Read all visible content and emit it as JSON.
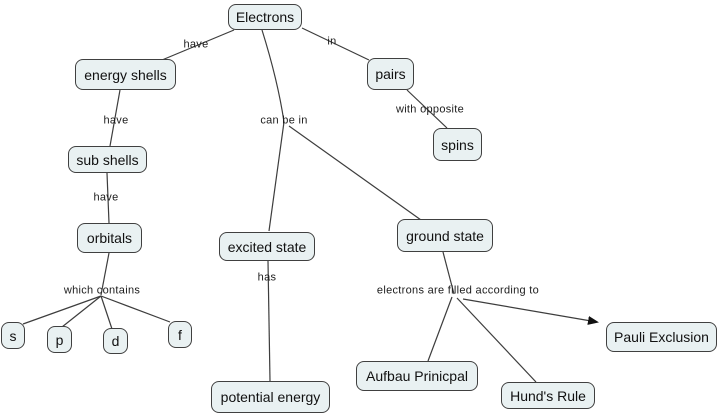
{
  "canvas": {
    "background": "#ffffff"
  },
  "colors": {
    "node_fill": "#e9f1f2",
    "node_border": "#404040",
    "line": "#3d3d3d",
    "text": "#111111"
  },
  "nodes": {
    "electrons": "Electrons",
    "energy_shells": "energy shells",
    "pairs": "pairs",
    "spins": "spins",
    "sub_shells": "sub shells",
    "orbitals": "orbitals",
    "excited_state": "excited state",
    "ground_state": "ground state",
    "s": "s",
    "p": "p",
    "d": "d",
    "f": "f",
    "potential_energy": "potential energy",
    "aufbau": "Aufbau Prinicpal",
    "hunds_rule": "Hund's Rule",
    "pauli_exclusion": "Pauli Exclusion"
  },
  "links": {
    "have_energy_shells": "have",
    "in_pairs": "in",
    "with_opposite": "with opposite",
    "have_sub_shells": "have",
    "can_be_in": "can be in",
    "have_orbitals": "have",
    "which_contains": "which contains",
    "has": "has",
    "filled_according_to": "electrons are filled according to"
  },
  "relations": [
    {
      "from": "Electrons",
      "label": "have",
      "to": "energy shells"
    },
    {
      "from": "Electrons",
      "label": "in",
      "to": "pairs"
    },
    {
      "from": "pairs",
      "label": "with opposite",
      "to": "spins"
    },
    {
      "from": "energy shells",
      "label": "have",
      "to": "sub shells"
    },
    {
      "from": "sub shells",
      "label": "have",
      "to": "orbitals"
    },
    {
      "from": "orbitals",
      "label": "which contains",
      "to": "s"
    },
    {
      "from": "orbitals",
      "label": "which contains",
      "to": "p"
    },
    {
      "from": "orbitals",
      "label": "which contains",
      "to": "d"
    },
    {
      "from": "orbitals",
      "label": "which contains",
      "to": "f"
    },
    {
      "from": "Electrons",
      "label": "can be in",
      "to": "excited state"
    },
    {
      "from": "Electrons",
      "label": "can be in",
      "to": "ground state"
    },
    {
      "from": "excited state",
      "label": "has",
      "to": "potential energy"
    },
    {
      "from": "ground state",
      "label": "electrons are filled according to",
      "to": "Aufbau Prinicpal"
    },
    {
      "from": "ground state",
      "label": "electrons are filled according to",
      "to": "Hund's Rule"
    },
    {
      "from": "ground state",
      "label": "electrons are filled according to",
      "to": "Pauli Exclusion",
      "arrow": true
    }
  ]
}
